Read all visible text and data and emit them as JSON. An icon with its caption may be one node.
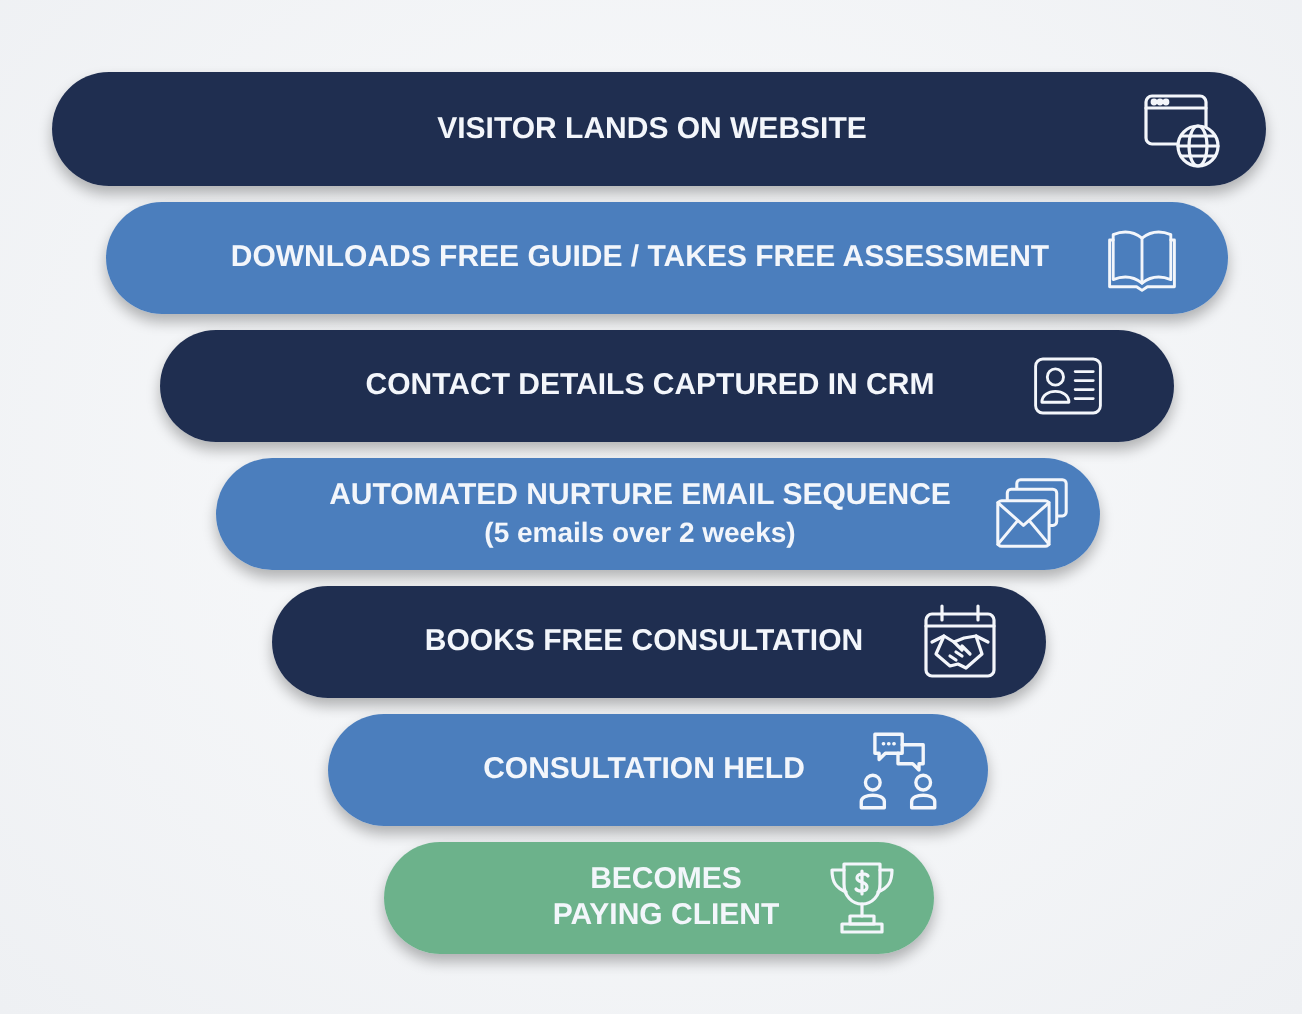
{
  "diagram": {
    "nodes": [
      {
        "text": [
          "VISITOR LANDS ON WEBSITE"
        ]
      },
      {
        "text": [
          "DOWNLOADS FREE GUIDE / TAKES FREE ASSESSMENT"
        ]
      },
      {
        "text": [
          "CONTACT DETAILS CAPTURED IN CRM"
        ]
      },
      {
        "text": [
          "AUTOMATED NURTURE EMAIL SEQUENCE",
          "(5 emails over 2 weeks)"
        ]
      },
      {
        "text": [
          "BOOKS FREE CONSULTATION"
        ]
      },
      {
        "text": [
          "CONSULTATION HELD"
        ]
      },
      {
        "text": [
          "BECOMES PAYING CLIENT"
        ]
      }
    ]
  }
}
